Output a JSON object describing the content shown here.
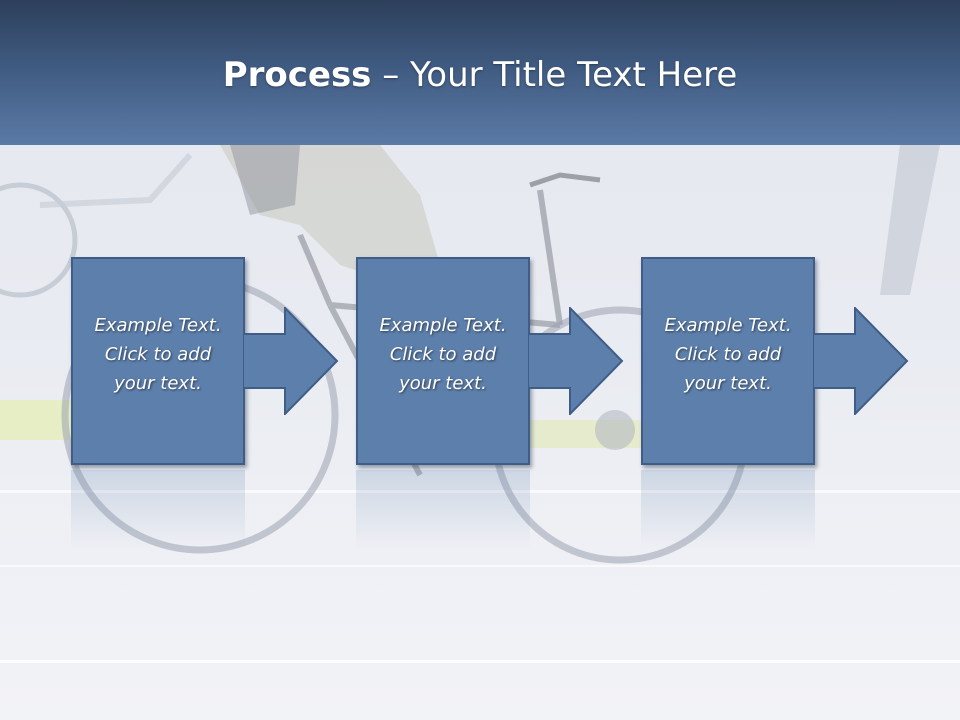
{
  "slide": {
    "title_bold": "Process",
    "title_rest": " – Your Title Text Here"
  },
  "steps": [
    {
      "text": "Example Text.\nClick  to add\nyour text."
    },
    {
      "text": "Example Text.\nClick  to add\nyour text."
    },
    {
      "text": "Example Text.\nClick  to add\nyour text."
    }
  ],
  "colors": {
    "box_fill": "#5d7fab",
    "box_border": "#3f5d87",
    "title_band_top": "#2d3f5b",
    "title_band_bottom": "#5a7aa6"
  }
}
